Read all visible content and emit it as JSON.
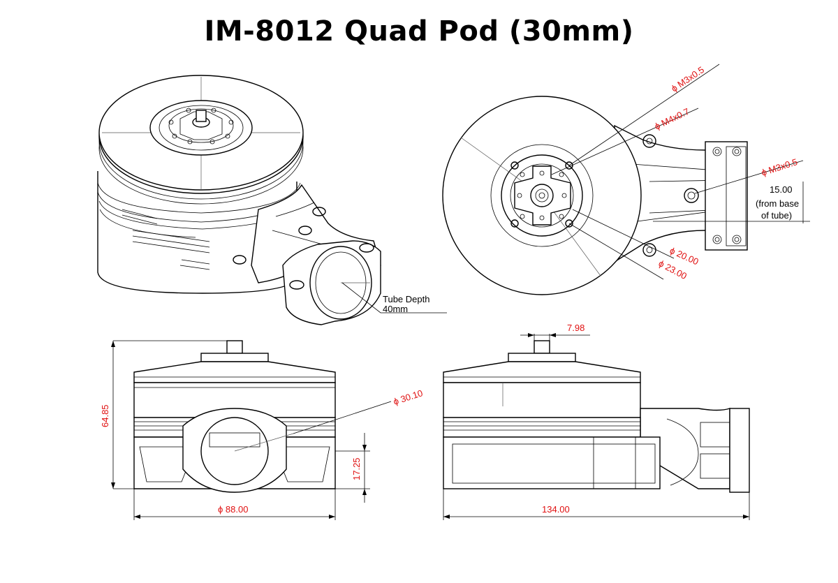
{
  "title": "IM-8012 Quad Pod (30mm)",
  "iso_view": {
    "tube_depth_label": "Tube Depth",
    "tube_depth_value": "40mm"
  },
  "top_view": {
    "m3_upper": "ϕ M3x0.5",
    "m4": "ϕ M4x0.7",
    "m3_right": "ϕ M3x0.5",
    "tube_offset_value": "15.00",
    "tube_offset_note1": "(from base",
    "tube_offset_note2": "of tube)",
    "dia_20": "ϕ 20.00",
    "dia_23": "ϕ 23.00"
  },
  "front_view": {
    "height": "64.85",
    "tube_dia": "ϕ 30.10",
    "tube_center": "17.25",
    "width": "ϕ 88.00"
  },
  "side_view": {
    "shaft": "7.98",
    "length": "134.00"
  },
  "colors": {
    "dimension": "#e01010",
    "line": "#000000"
  }
}
